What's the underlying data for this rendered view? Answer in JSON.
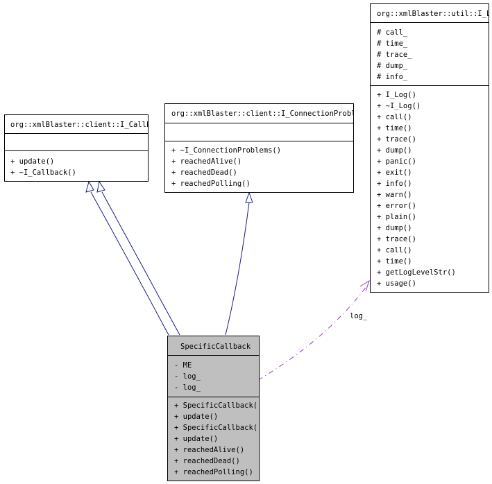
{
  "diagram": {
    "classes": {
      "i_callback": {
        "name": "org::xmlBlaster::client::I_Callback",
        "attributes": [],
        "methods": [
          "+ update()",
          "+ ~I_Callback()"
        ]
      },
      "i_connection_problems": {
        "name": "org::xmlBlaster::client::I_ConnectionProblems",
        "attributes": [],
        "methods": [
          "+ ~I_ConnectionProblems()",
          "+ reachedAlive()",
          "+ reachedDead()",
          "+ reachedPolling()"
        ]
      },
      "i_log": {
        "name": "org::xmlBlaster::util::I_Log",
        "attributes": [
          "# call_",
          "# time_",
          "# trace_",
          "# dump_",
          "# info_"
        ],
        "methods": [
          "+ I_Log()",
          "+ ~I_Log()",
          "+ call()",
          "+ time()",
          "+ trace()",
          "+ dump()",
          "+ panic()",
          "+ exit()",
          "+ info()",
          "+ warn()",
          "+ error()",
          "+ plain()",
          "+ dump()",
          "+ trace()",
          "+ call()",
          "+ time()",
          "+ getLogLevelStr()",
          "+ usage()"
        ]
      },
      "specific_callback": {
        "name": "SpecificCallback",
        "attributes": [
          "- ME",
          "- log_",
          "- log_"
        ],
        "methods": [
          "+ SpecificCallback()",
          "+ update()",
          "+ SpecificCallback()",
          "+ update()",
          "+ reachedAlive()",
          "+ reachedDead()",
          "+ reachedPolling()"
        ]
      }
    },
    "edges": {
      "usage_label": "log_"
    },
    "colors": {
      "border": "#000000",
      "highlight_fill": "#bfbfbf",
      "box_fill": "#ffffff",
      "inheritance_edge": "#1a1a8c",
      "usage_edge": "#9a30c8"
    }
  }
}
